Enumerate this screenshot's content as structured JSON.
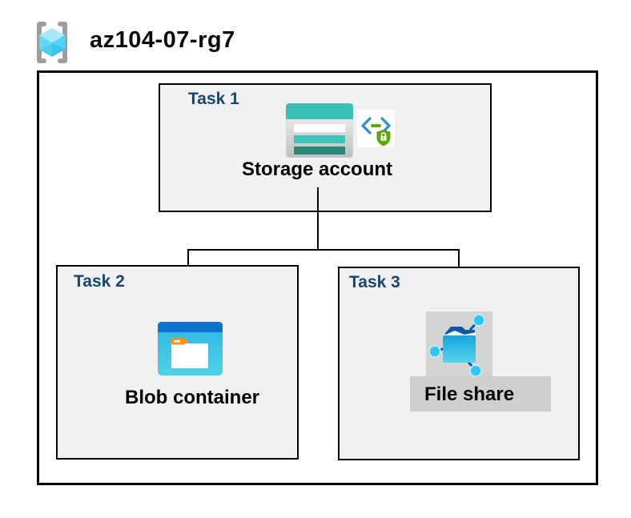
{
  "header": {
    "resource_group_name": "az104-07-rg7",
    "icon": "resource-group-icon"
  },
  "diagram": {
    "tasks": [
      {
        "label": "Task 1",
        "item": "Storage account",
        "icons": [
          "storage-account-icon",
          "private-endpoint-icon"
        ]
      },
      {
        "label": "Task 2",
        "item": "Blob container",
        "icons": [
          "blob-container-icon"
        ]
      },
      {
        "label": "Task 3",
        "item": "File share",
        "icons": [
          "file-share-icon"
        ]
      }
    ],
    "connections": [
      {
        "from": "Storage account",
        "to": "Blob container"
      },
      {
        "from": "Storage account",
        "to": "File share"
      }
    ]
  },
  "colors": {
    "task_label": "#17466F",
    "box_fill": "#F1F1F1",
    "box_border": "#000000",
    "storage_teal": "#3AC0B4",
    "storage_teal_dark": "#27857A",
    "blob_header_blue": "#0E73CC",
    "blob_body_cyan": "#2DB5E4",
    "file_share_cyan": "#17A5DD",
    "file_share_navy": "#0D57A5",
    "endpoint_green": "#5CAD00",
    "endpoint_bracket_blue": "#2E8CD9",
    "resource_group_cyan": "#55CFF0",
    "icon_backdrop_gray": "#D4D4D4"
  }
}
